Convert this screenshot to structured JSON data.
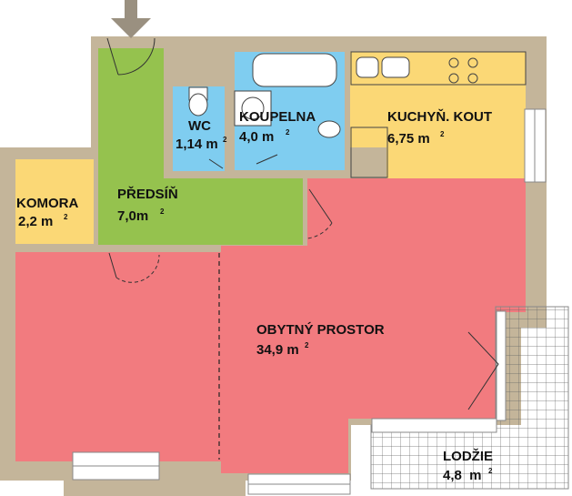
{
  "rooms": {
    "wc": {
      "name": "WC",
      "area": "1,14 m",
      "color": "#7fcdf0"
    },
    "koupelna": {
      "name": "KOUPELNA",
      "area": "4,0 m",
      "color": "#7fcdf0"
    },
    "kuchyn": {
      "name": "KUCHYŇ. KOUT",
      "area": "6,75 m",
      "color": "#fbd876"
    },
    "komora": {
      "name": "KOMORA",
      "area": "2,2 m",
      "color": "#fbd876"
    },
    "predsin": {
      "name": "PŘEDSÍŇ",
      "area": "7,0m",
      "color": "#95c24e"
    },
    "obytny": {
      "name": "OBYTNÝ PROSTOR",
      "area": "34,9 m",
      "color": "#f27b7f"
    },
    "lodzie": {
      "name": "LODŽIE",
      "area": "4,8  m",
      "color": "#ffffff"
    }
  },
  "unit_sup": "2",
  "colors": {
    "wall": "#c4b59a",
    "dash": "#222222"
  }
}
